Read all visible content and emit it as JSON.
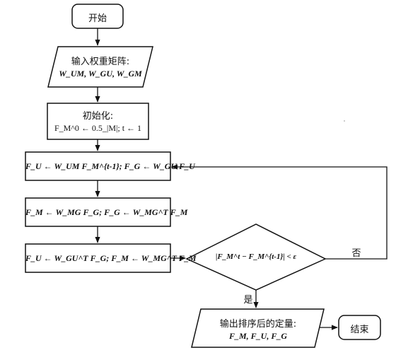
{
  "nodes": {
    "start": {
      "label": "开始"
    },
    "input": {
      "label": "输入权重矩阵:",
      "formula": "W_UM, W_GU, W_GM"
    },
    "init": {
      "label": "初始化:",
      "formula": "F_M^0 ← 0.5_|M|; t ← 1"
    },
    "step1": {
      "formula": "F_U ← W_UM F_M^{t-1}; F_G ← W_GU F_U"
    },
    "step2": {
      "formula": "F_M ← W_MG F_G; F_G ← W_MG^T F_M"
    },
    "step3": {
      "formula": "F_U ← W_GU^T F_G; F_M ← W_MG^T F_M"
    },
    "decision": {
      "formula": "|F_M^t − F_M^{t-1}| < ε"
    },
    "output": {
      "label": "输出排序后的定量:",
      "formula": "F_M, F_U, F_G"
    },
    "end": {
      "label": "结束"
    }
  },
  "edges": {
    "no_label": "否",
    "yes_label": "是"
  },
  "colors": {
    "stroke": "#111111",
    "fill": "#ffffff"
  }
}
